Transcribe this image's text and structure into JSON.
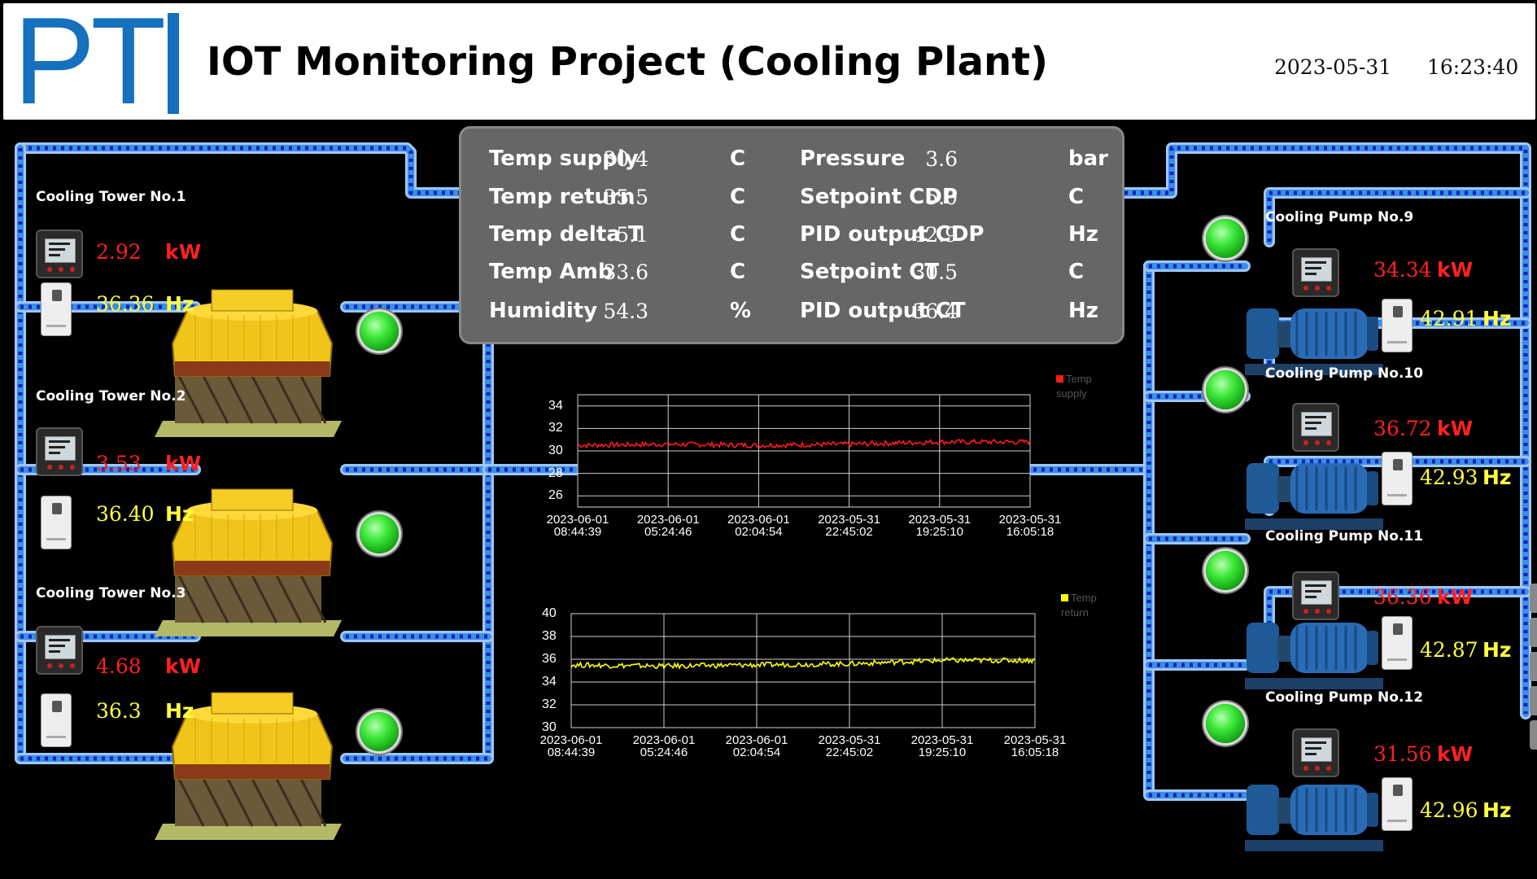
{
  "header": {
    "logo_text": "PT",
    "title": "IOT Monitoring Project (Cooling Plant)",
    "date": "2023-05-31",
    "time": "16:23:40"
  },
  "colors": {
    "logo_blue": "#1570bd",
    "kw_red": "#ff2020",
    "hz_yellow": "#ffff40",
    "pipe_blue": "#3b8fe0",
    "lamp_green": "#3ee83a",
    "panel_gray": "#666666"
  },
  "panel": {
    "left": [
      {
        "label": "Temp supply",
        "value": "30.4",
        "unit": "C"
      },
      {
        "label": "Temp return",
        "value": "35.5",
        "unit": "C"
      },
      {
        "label": "Temp delta T",
        "value": "5.1",
        "unit": "C"
      },
      {
        "label": "Temp Amb",
        "value": "33.6",
        "unit": "C"
      },
      {
        "label": "Humidity",
        "value": "54.3",
        "unit": "%"
      }
    ],
    "right": [
      {
        "label": "Pressure",
        "value": "3.6",
        "unit": "bar"
      },
      {
        "label": "Setpoint CDP",
        "value": "5.0",
        "unit": "C"
      },
      {
        "label": "PID output CDP",
        "value": "42.9",
        "unit": "Hz"
      },
      {
        "label": "Setpoint CT",
        "value": "30.5",
        "unit": "C"
      },
      {
        "label": "PID output CT",
        "value": "36.4",
        "unit": "Hz"
      }
    ]
  },
  "towers": [
    {
      "name": "Cooling Tower No.1",
      "kw": "2.92",
      "kw_unit": "kW",
      "hz": "36.36",
      "hz_unit": "Hz",
      "status": "on"
    },
    {
      "name": "Cooling Tower No.2",
      "kw": "3.53",
      "kw_unit": "kW",
      "hz": "36.40",
      "hz_unit": "Hz",
      "status": "on"
    },
    {
      "name": "Cooling Tower No.3",
      "kw": "4.68",
      "kw_unit": "kW",
      "hz": "36.3",
      "hz_unit": "Hz",
      "status": "on"
    }
  ],
  "pumps": [
    {
      "name": "Cooling Pump No.9",
      "kw": "34.34",
      "kw_unit": "kW",
      "hz": "42.91",
      "hz_unit": "Hz",
      "status": "on"
    },
    {
      "name": "Cooling Pump No.10",
      "kw": "36.72",
      "kw_unit": "kW",
      "hz": "42.93",
      "hz_unit": "Hz",
      "status": "on"
    },
    {
      "name": "Cooling Pump No.11",
      "kw": "36.36",
      "kw_unit": "kW",
      "hz": "42.87",
      "hz_unit": "Hz",
      "status": "on"
    },
    {
      "name": "Cooling Pump No.12",
      "kw": "31.56",
      "kw_unit": "kW",
      "hz": "42.96",
      "hz_unit": "Hz",
      "status": "on"
    }
  ],
  "chart_data": [
    {
      "type": "line",
      "title": "",
      "xlabel": "",
      "ylabel": "",
      "legend_text": "Temp supply",
      "legend_position": "top-right",
      "color": "#ff1a1a",
      "grid": true,
      "ylim": [
        25,
        35
      ],
      "yticks": [
        26,
        28,
        30,
        32,
        34
      ],
      "x_ticks": [
        "2023-06-01 08:44:39",
        "2023-06-01 05:24:46",
        "2023-06-01 02:04:54",
        "2023-05-31 22:45:02",
        "2023-05-31 19:25:10",
        "2023-05-31 16:05:18"
      ],
      "series": [
        {
          "name": "Temp supply",
          "x": [
            "2023-06-01 08:44:39",
            "2023-06-01 05:24:46",
            "2023-06-01 02:04:54",
            "2023-05-31 22:45:02",
            "2023-05-31 19:25:10",
            "2023-05-31 16:05:18"
          ],
          "values": [
            30.5,
            30.6,
            30.5,
            30.6,
            30.8,
            30.8
          ]
        }
      ]
    },
    {
      "type": "line",
      "title": "",
      "xlabel": "",
      "ylabel": "",
      "legend_text": "Temp return",
      "legend_position": "top-right",
      "color": "#ffff00",
      "grid": true,
      "ylim": [
        30,
        40
      ],
      "yticks": [
        30,
        32,
        34,
        36,
        38,
        40
      ],
      "x_ticks": [
        "2023-06-01 08:44:39",
        "2023-06-01 05:24:46",
        "2023-06-01 02:04:54",
        "2023-05-31 22:45:02",
        "2023-05-31 19:25:10",
        "2023-05-31 16:05:18"
      ],
      "series": [
        {
          "name": "Temp return",
          "x": [
            "2023-06-01 08:44:39",
            "2023-06-01 05:24:46",
            "2023-06-01 02:04:54",
            "2023-05-31 22:45:02",
            "2023-05-31 19:25:10",
            "2023-05-31 16:05:18"
          ],
          "values": [
            35.5,
            35.4,
            35.5,
            35.6,
            35.9,
            35.9
          ]
        }
      ]
    }
  ]
}
